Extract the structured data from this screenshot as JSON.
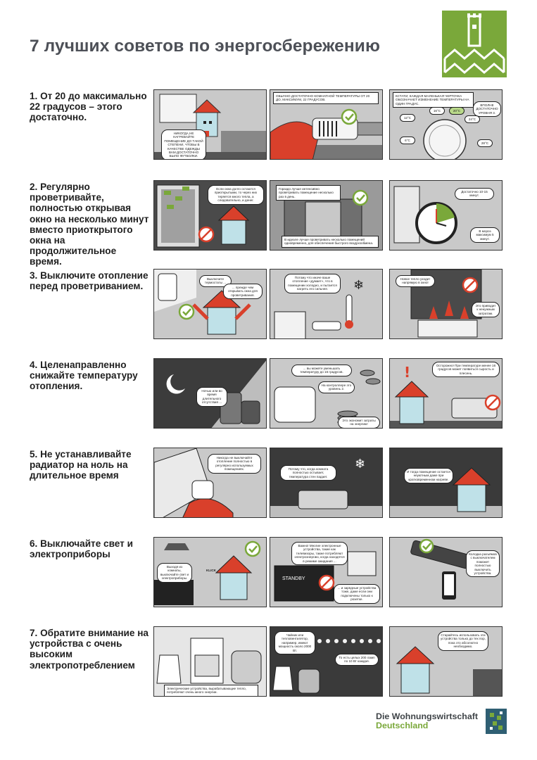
{
  "title": "7 лучших советов по энергосбережению",
  "brand": {
    "line1": "Die Wohnungswirtschaft",
    "line2": "Deutschland",
    "accent_color": "#7aa83a"
  },
  "colors": {
    "red": "#d9402b",
    "green": "#7aa83a",
    "dark": "#3a3a3a",
    "grey": "#c9c9c9"
  },
  "tips": [
    {
      "text": "1. От 20 до максимально 22 градусов – этого достаточно.",
      "captions": [
        "НИКОГДА НЕ НАГРЕВАЙТЕ ПОМЕЩЕНИЕ ДО ТАКОЙ СТЕПЕНИ, ЧТОБЫ В КАЧЕСТВЕ ОДЕЖДЫ ВАМ ДОСТАТОЧНО БЫЛО ФУТБОЛКИ.",
        "ОБЫЧНО ДОСТАТОЧНО КОМНАТНОЙ ТЕМПЕРАТУРЫ ОТ 20 ДО, МАКСИМУМ, 22 ГРАДУСОВ.",
        "КСТАТИ, КАЖДАЯ МАЛЕНЬКАЯ ЧЕРТОЧКА ОБОЗНАЧАЕТ ИЗМЕНЕНИЕ ТЕМПЕРАТУРЫ НА ОДИН ГРАДУС.",
        "ВПОЛНЕ ДОСТАТОЧНО УРОВНЯ 3."
      ],
      "temps": [
        "12°C",
        "16°C",
        "20°C",
        "24°C",
        "6°C",
        "28°C"
      ]
    },
    {
      "text": "2. Регулярно проветривайте, полностью открывая окно на несколько минут вместо приоткрытого окна на продолжительное время.",
      "captions": [
        "Если окна долго остаются приоткрытыми, то через них теряется много тепла, а следовательно, и денег.",
        "Гораздо лучше интенсивно проветривать помещение несколько раз в день.",
        "В идеале лучше проветривать несколько помещений одновременно, для обеспечения быстрого воздухообмена.",
        "Достаточно 10-15 минут.",
        "В мороз максимум 5 минут."
      ]
    },
    {
      "text": "3. Выключите отопление перед проветриванием.",
      "captions": [
        "Выключите термостаты ...",
        "... прежде чем открывать окна для проветривания.",
        "Потому что иначе ваше отопление «думает», что в помещении холодно, и пытается нагреть его сильнее.",
        "Новое тепло уходит напрямую в окно!",
        "Это приводит к ненужным затратам."
      ]
    },
    {
      "text": "4. Целенаправленно снижайте температуру отопления.",
      "captions": [
        "Ночью или во время длительного отсутствия ...",
        "... вы можете уменьшать температуру до 16 градусов.",
        "На контроллере это уровень 2.",
        "Это экономит затраты на энергию!",
        "Осторожно! При температуре менее 16 градусов может появиться сырость и плесень."
      ]
    },
    {
      "text": "5. Не устанавливайте радиатор на ноль на длительное время",
      "captions": [
        "Никогда не выключайте отопление полностью в регулярно используемых помещениях.",
        "Потому что, когда комната полностью остывает, температура стен падает.",
        "И тогда помещение остается неуютным даже при кратковременном нагреве."
      ]
    },
    {
      "text": "6. Выключайте свет и электроприборы",
      "captions": [
        "Выходя из комнаты, выключайте свет и электроприборы.",
        "Важно! Многие электронные устройства, такие как телевизоры, также потребляют электроэнергию, когда находятся в режиме ожидания ...",
        "... и зарядные устройства тоже, даже если они подключены только к розетке.",
        "Колодка разъёмов с выключателем поможет полностью выключить устройства."
      ],
      "standby": "STANDBY",
      "klick": "KLICK"
    },
    {
      "text": "7. Обратите внимание на устройства с очень высоким электропотреблением",
      "captions": [
        "Электрические устройства, вырабатывающие тепло, потребляют очень много энергии.",
        "Чайник или тепловентилятор, например, имеют мощность около 2000 Вт.",
        "То есть целых 200 ламп по 10 Вт каждая.",
        "Старайтесь использовать эти устройства только до тех пор, пока это абсолютно необходимо."
      ]
    }
  ]
}
